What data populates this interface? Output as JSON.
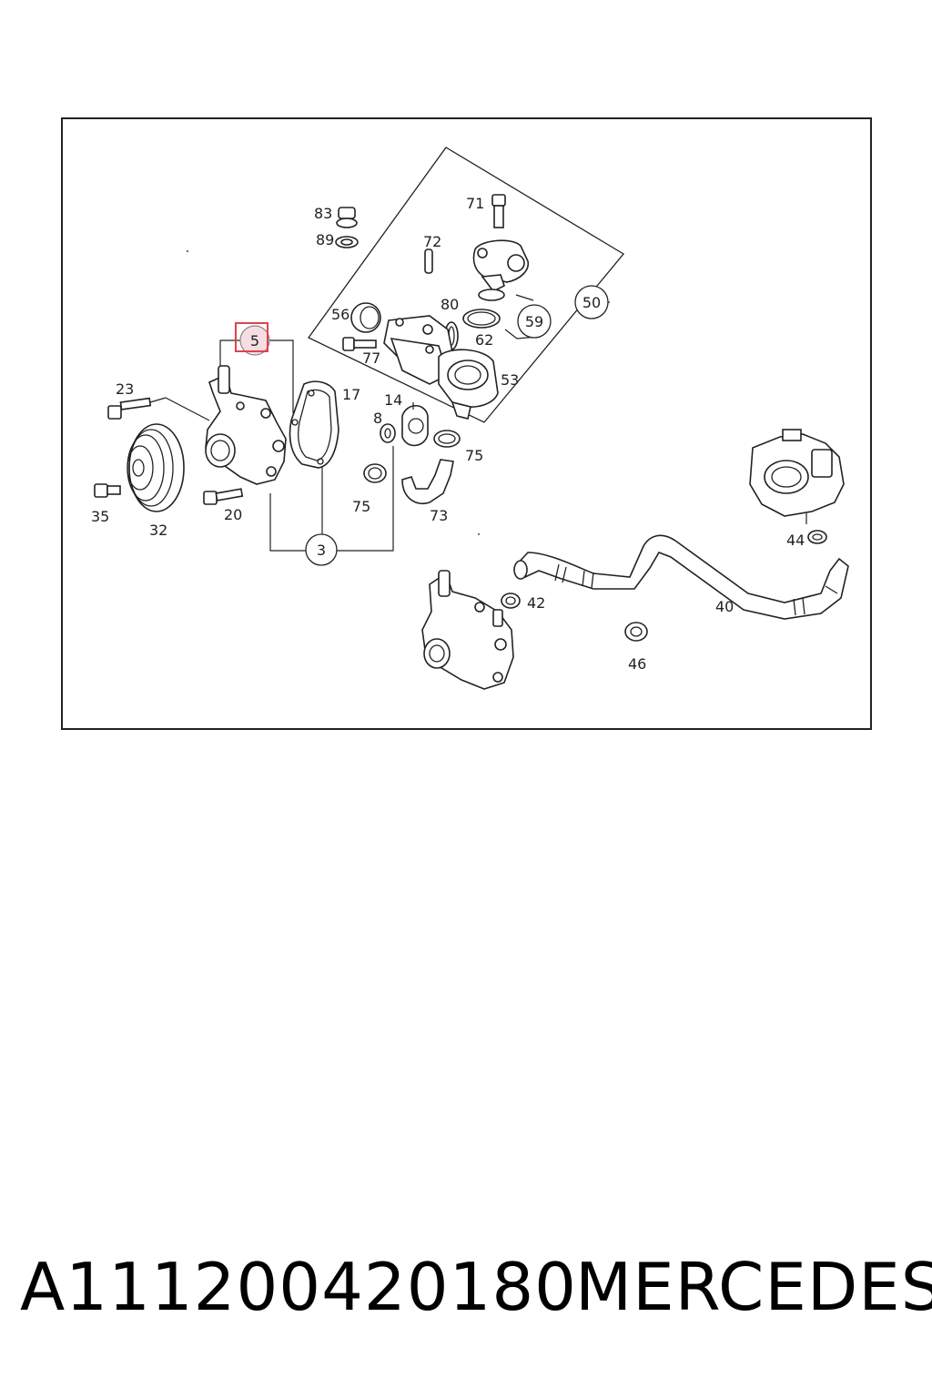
{
  "diagram": {
    "callouts": {
      "c83": "83",
      "c89": "89",
      "c71": "71",
      "c72": "72",
      "c80": "80",
      "c56": "56",
      "c77": "77",
      "c62": "62",
      "c53": "53",
      "c17": "17",
      "c14": "14",
      "c8": "8",
      "c75a": "75",
      "c75b": "75",
      "c73": "73",
      "c23": "23",
      "c35": "35",
      "c32": "32",
      "c20": "20",
      "c44": "44",
      "c42": "42",
      "c40": "40",
      "c46": "46"
    },
    "circled": {
      "g5": "5",
      "g3": "3",
      "g59": "59",
      "g50": "50"
    },
    "highlight_color": "#e0424e"
  },
  "footer": {
    "part_number": "A111200420180",
    "brand": "MERCEDES"
  }
}
